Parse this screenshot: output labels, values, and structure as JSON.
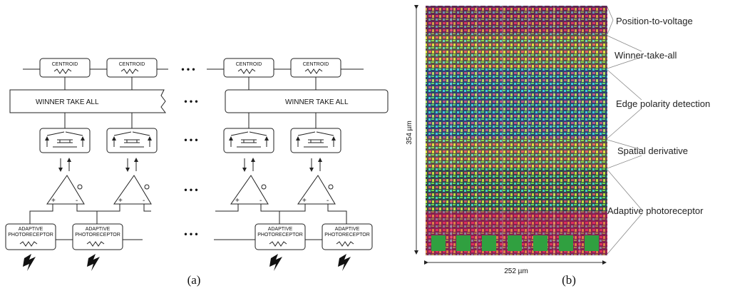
{
  "panel_a": {
    "caption": "(a)",
    "centroid_label": "CENTROID",
    "wta_label": "WINNER TAKE ALL",
    "photoreceptor_line1": "ADAPTIVE",
    "photoreceptor_line2": "PHOTORECEPTOR",
    "plus_sign": "+",
    "minus_sign": "-",
    "ellipsis": "• • •"
  },
  "panel_b": {
    "caption": "(b)",
    "height_label": "354 µm",
    "width_label": "252 µm",
    "regions": [
      "Position-to-voltage",
      "Winner-take-all",
      "Edge polarity detection",
      "Spatial derivative",
      "Adaptive photoreceptor"
    ]
  },
  "colors": {
    "line": "#222222",
    "box_fill": "#ffffff",
    "chip_bg": "#1a1a3a"
  }
}
